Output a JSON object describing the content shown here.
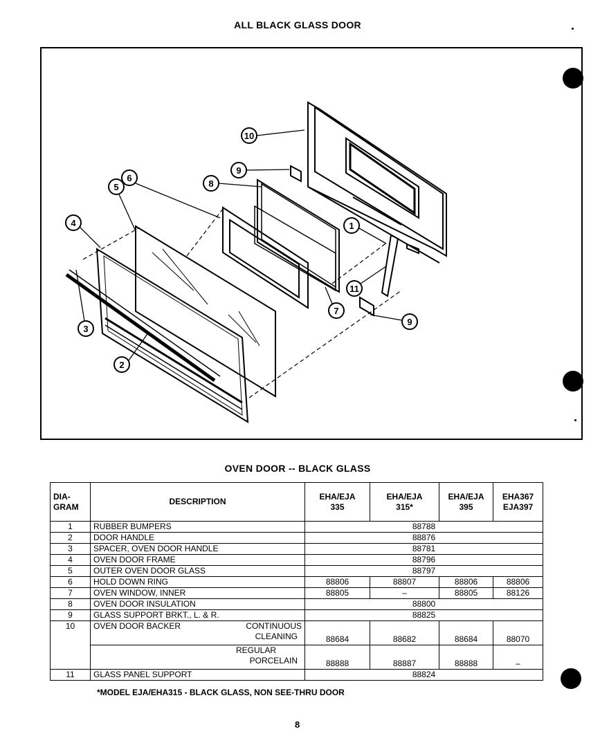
{
  "page_title": "ALL BLACK GLASS DOOR",
  "diagram": {
    "callouts": [
      "1",
      "2",
      "3",
      "4",
      "5",
      "6",
      "7",
      "8",
      "9",
      "9",
      "10",
      "11"
    ]
  },
  "table_title": "OVEN DOOR -- BLACK GLASS",
  "table": {
    "headers": {
      "diagram": "DIA-\nGRAM",
      "description": "DESCRIPTION",
      "m1": "EHA/EJA\n335",
      "m2": "EHA/EJA\n315*",
      "m3": "EHA/EJA\n395",
      "m4": "EHA367\nEJA397"
    },
    "rows": [
      {
        "n": "1",
        "desc": "RUBBER BUMPERS",
        "all": "88788"
      },
      {
        "n": "2",
        "desc": "DOOR HANDLE",
        "all": "88876"
      },
      {
        "n": "3",
        "desc": "SPACER, OVEN DOOR HANDLE",
        "all": "88781"
      },
      {
        "n": "4",
        "desc": "OVEN DOOR FRAME",
        "all": "88796"
      },
      {
        "n": "5",
        "desc": "OUTER OVEN DOOR GLASS",
        "all": "88797"
      },
      {
        "n": "6",
        "desc": "HOLD DOWN RING",
        "v": [
          "88806",
          "88807",
          "88806",
          "88806"
        ]
      },
      {
        "n": "7",
        "desc": "OVEN WINDOW, INNER",
        "v": [
          "88805",
          "–",
          "88805",
          "88126"
        ]
      },
      {
        "n": "8",
        "desc": "OVEN DOOR INSULATION",
        "all": "88800"
      },
      {
        "n": "9",
        "desc": "GLASS SUPPORT BRKT., L. & R.",
        "all": "88825"
      },
      {
        "n": "10",
        "desc": "OVEN DOOR BACKER",
        "sub1a": "CONTINUOUS",
        "sub1b": "CLEANING",
        "v1": [
          "88684",
          "88682",
          "88684",
          "88070"
        ],
        "sub2a": "REGULAR",
        "sub2b": "PORCELAIN",
        "v2": [
          "88888",
          "88887",
          "88888",
          "–"
        ]
      },
      {
        "n": "11",
        "desc": "GLASS PANEL SUPPORT",
        "all": "88824"
      }
    ]
  },
  "footnote": "*MODEL EJA/EHA315 - BLACK GLASS, NON SEE-THRU DOOR",
  "page_number": "8"
}
